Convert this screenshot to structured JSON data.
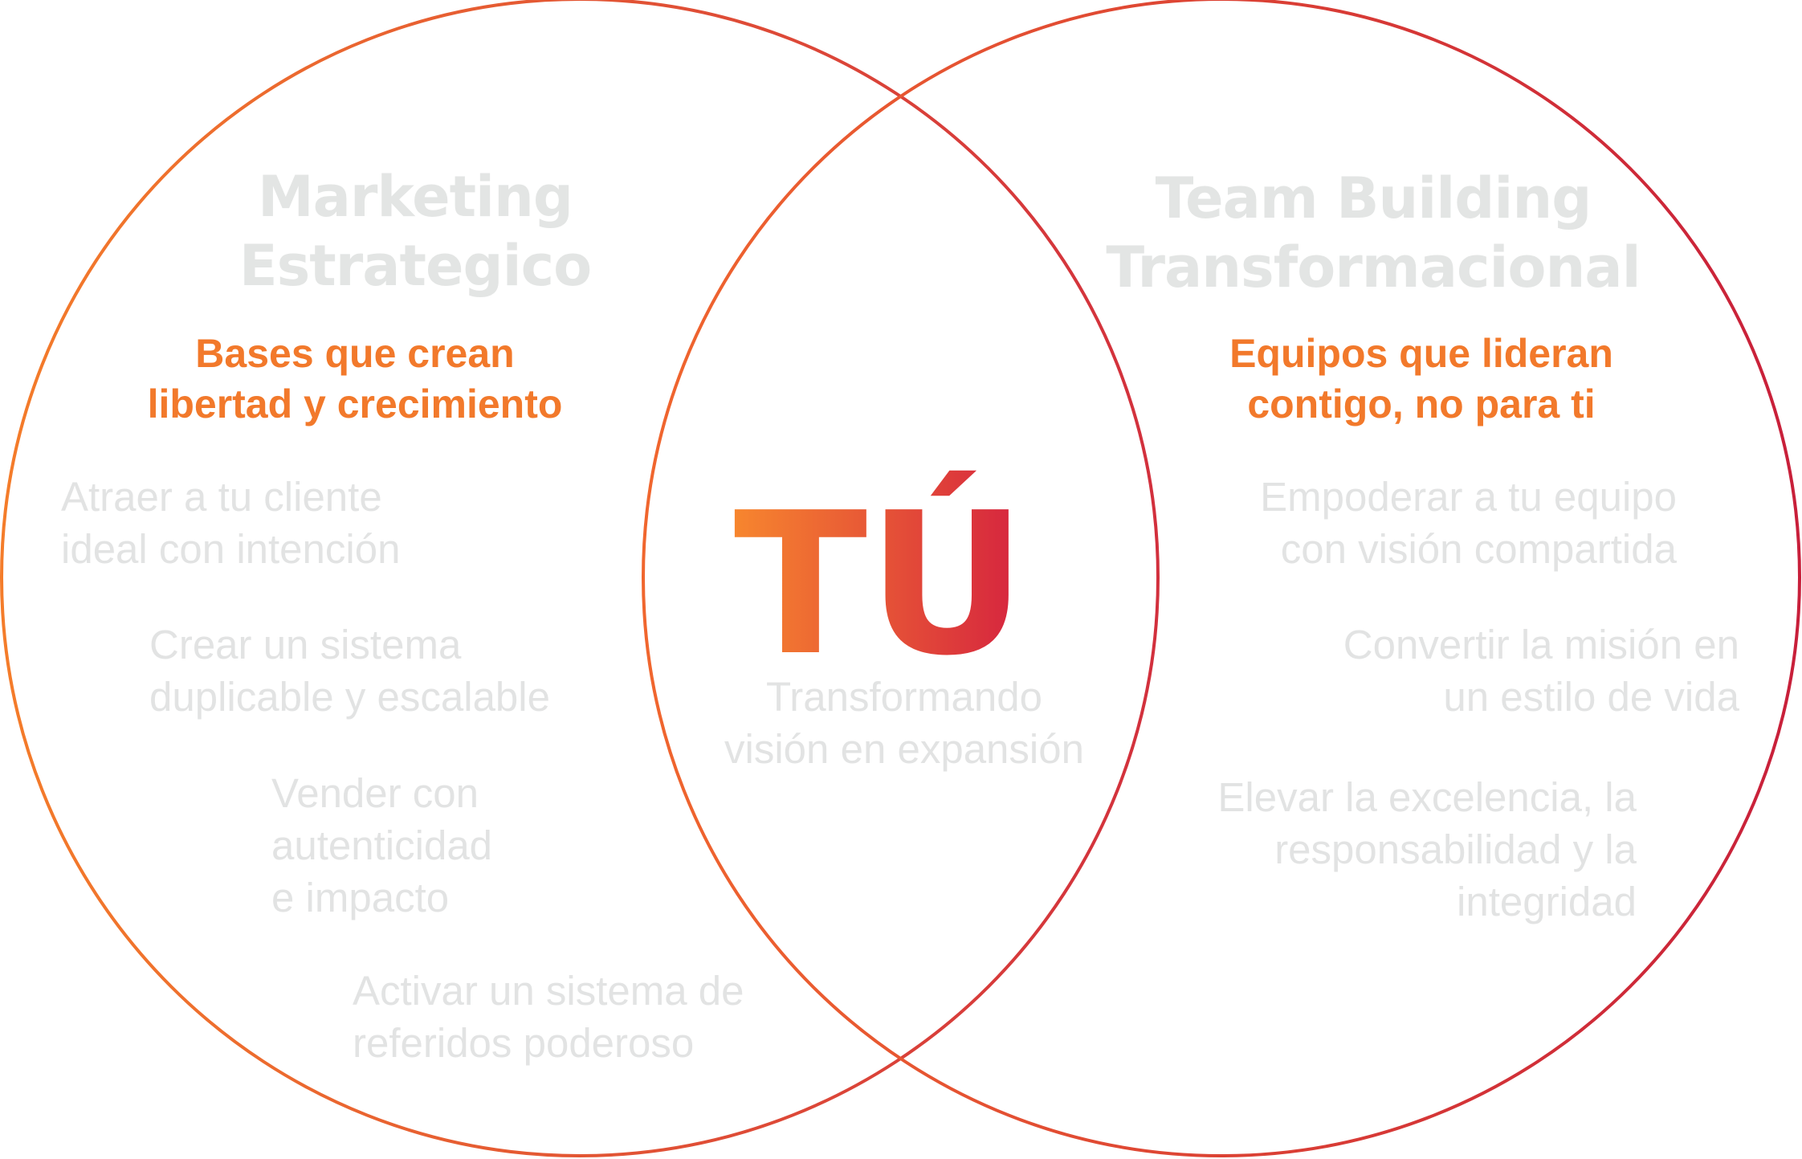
{
  "colors": {
    "circle_left_start": "#f47c2a",
    "circle_left_end": "#d2303d",
    "circle_right_start": "#f0662e",
    "circle_right_end": "#c81f3a",
    "subtitle": "#f2792b",
    "muted_text": "#e2e3e3",
    "tu_start": "#f7862e",
    "tu_end": "#d5223f"
  },
  "left": {
    "title": [
      "Marketing",
      "Estrategico"
    ],
    "subtitle": [
      "Bases que crean",
      "libertad y crecimiento"
    ],
    "items": [
      [
        "Atraer a tu cliente",
        "ideal con intención"
      ],
      [
        "Crear un sistema",
        "duplicable y escalable"
      ],
      [
        "Vender con",
        "autenticidad",
        "e impacto"
      ],
      [
        "Activar un sistema de",
        "referidos poderoso"
      ]
    ]
  },
  "right": {
    "title": [
      "Team Building",
      "Transformacional"
    ],
    "subtitle": [
      "Equipos que lideran",
      "contigo, no para ti"
    ],
    "items": [
      [
        "Empoderar a tu equipo",
        "con visión compartida"
      ],
      [
        "Convertir la misión en",
        "un estilo de vida"
      ],
      [
        "Elevar la excelencia, la",
        "responsabilidad y la",
        "integridad"
      ]
    ]
  },
  "center": {
    "title": "TÚ",
    "caption": [
      "Transformando",
      "visión en expansión"
    ]
  }
}
